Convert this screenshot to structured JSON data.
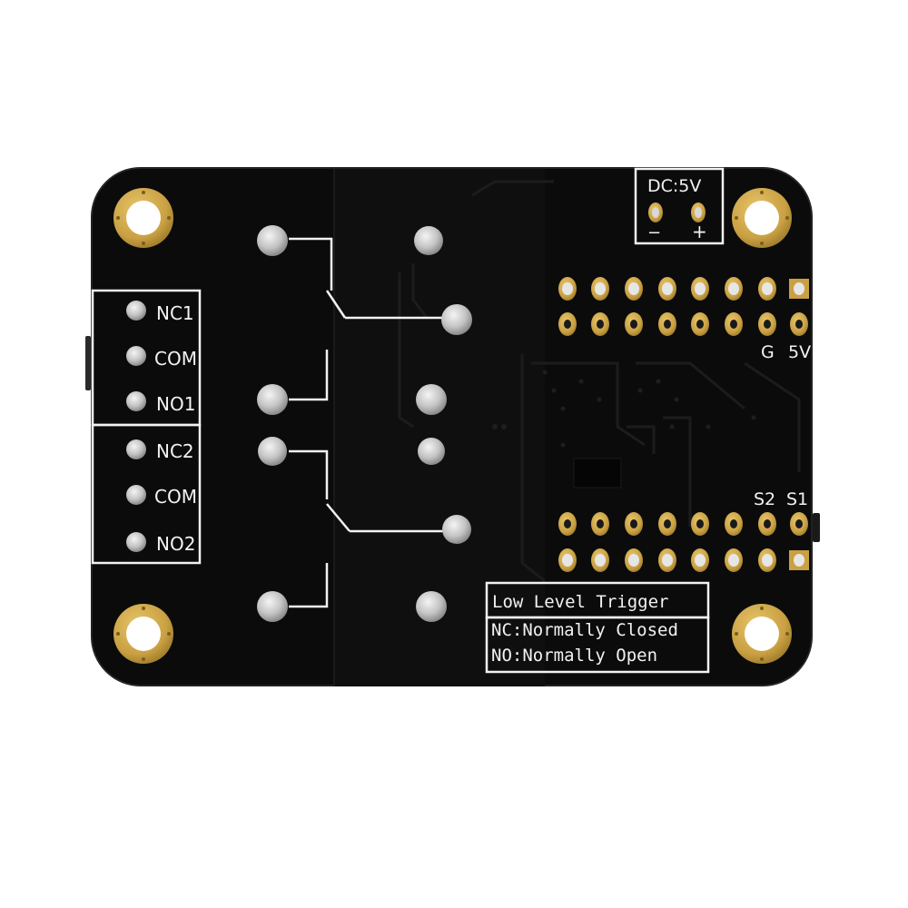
{
  "board": {
    "colors": {
      "solder_mask": "#0b0b0b",
      "silkscreen": "#f2f2f2",
      "gold_pad": "#c9a042",
      "tin_pad": "#cfcfcf",
      "trace": "#1c1c1c"
    }
  },
  "labels": {
    "dc_title": "DC:5V",
    "dc_minus": "−",
    "dc_plus": "+",
    "nc1": "NC1",
    "com1": "COM",
    "no1": "NO1",
    "nc2": "NC2",
    "com2": "COM",
    "no2": "NO2",
    "ground": "G",
    "five_v": "5V",
    "s2": "S2",
    "s1": "S1"
  },
  "legend": {
    "trigger": "Low Level Trigger",
    "nc_note": "NC:Normally Closed",
    "no_note": "NO:Normally Open"
  }
}
